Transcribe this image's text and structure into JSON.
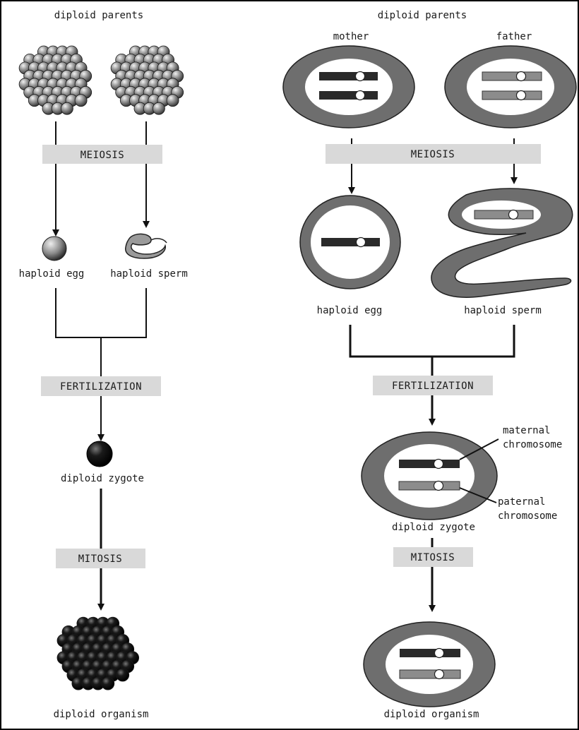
{
  "left": {
    "title": "diploid parents",
    "meiosis": "MEIOSIS",
    "egg": "haploid egg",
    "sperm": "haploid sperm",
    "fertilization": "FERTILIZATION",
    "zygote": "diploid zygote",
    "mitosis": "MITOSIS",
    "organism": "diploid organism"
  },
  "right": {
    "title": "diploid parents",
    "mother": "mother",
    "father": "father",
    "meiosis": "MEIOSIS",
    "egg": "haploid egg",
    "sperm": "haploid sperm",
    "fertilization": "FERTILIZATION",
    "maternal_1": "maternal",
    "maternal_2": "chromosome",
    "paternal_1": "paternal",
    "paternal_2": "chromosome",
    "zygote": "diploid zygote",
    "mitosis": "MITOSIS",
    "organism": "diploid organism"
  },
  "colors": {
    "maternal_chromosome": "#2a2a2a",
    "paternal_chromosome": "#8c8c8c",
    "cell_membrane": "#6e6e6e",
    "label_box": "#d9d9d9"
  }
}
